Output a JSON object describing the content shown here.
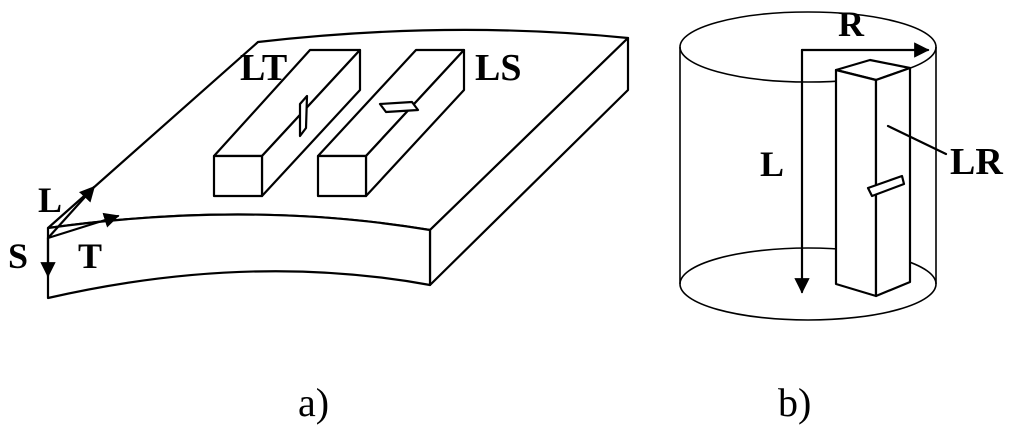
{
  "panel_a": {
    "caption": "a)",
    "specimen_labels": {
      "lt": "LT",
      "ls": "LS"
    },
    "axes": {
      "l": "L",
      "t": "T",
      "s": "S"
    }
  },
  "panel_b": {
    "caption": "b)",
    "axes": {
      "r": "R",
      "l": "L"
    },
    "specimen_label": "LR"
  },
  "colors": {
    "line": "#000000",
    "background": "#ffffff"
  }
}
